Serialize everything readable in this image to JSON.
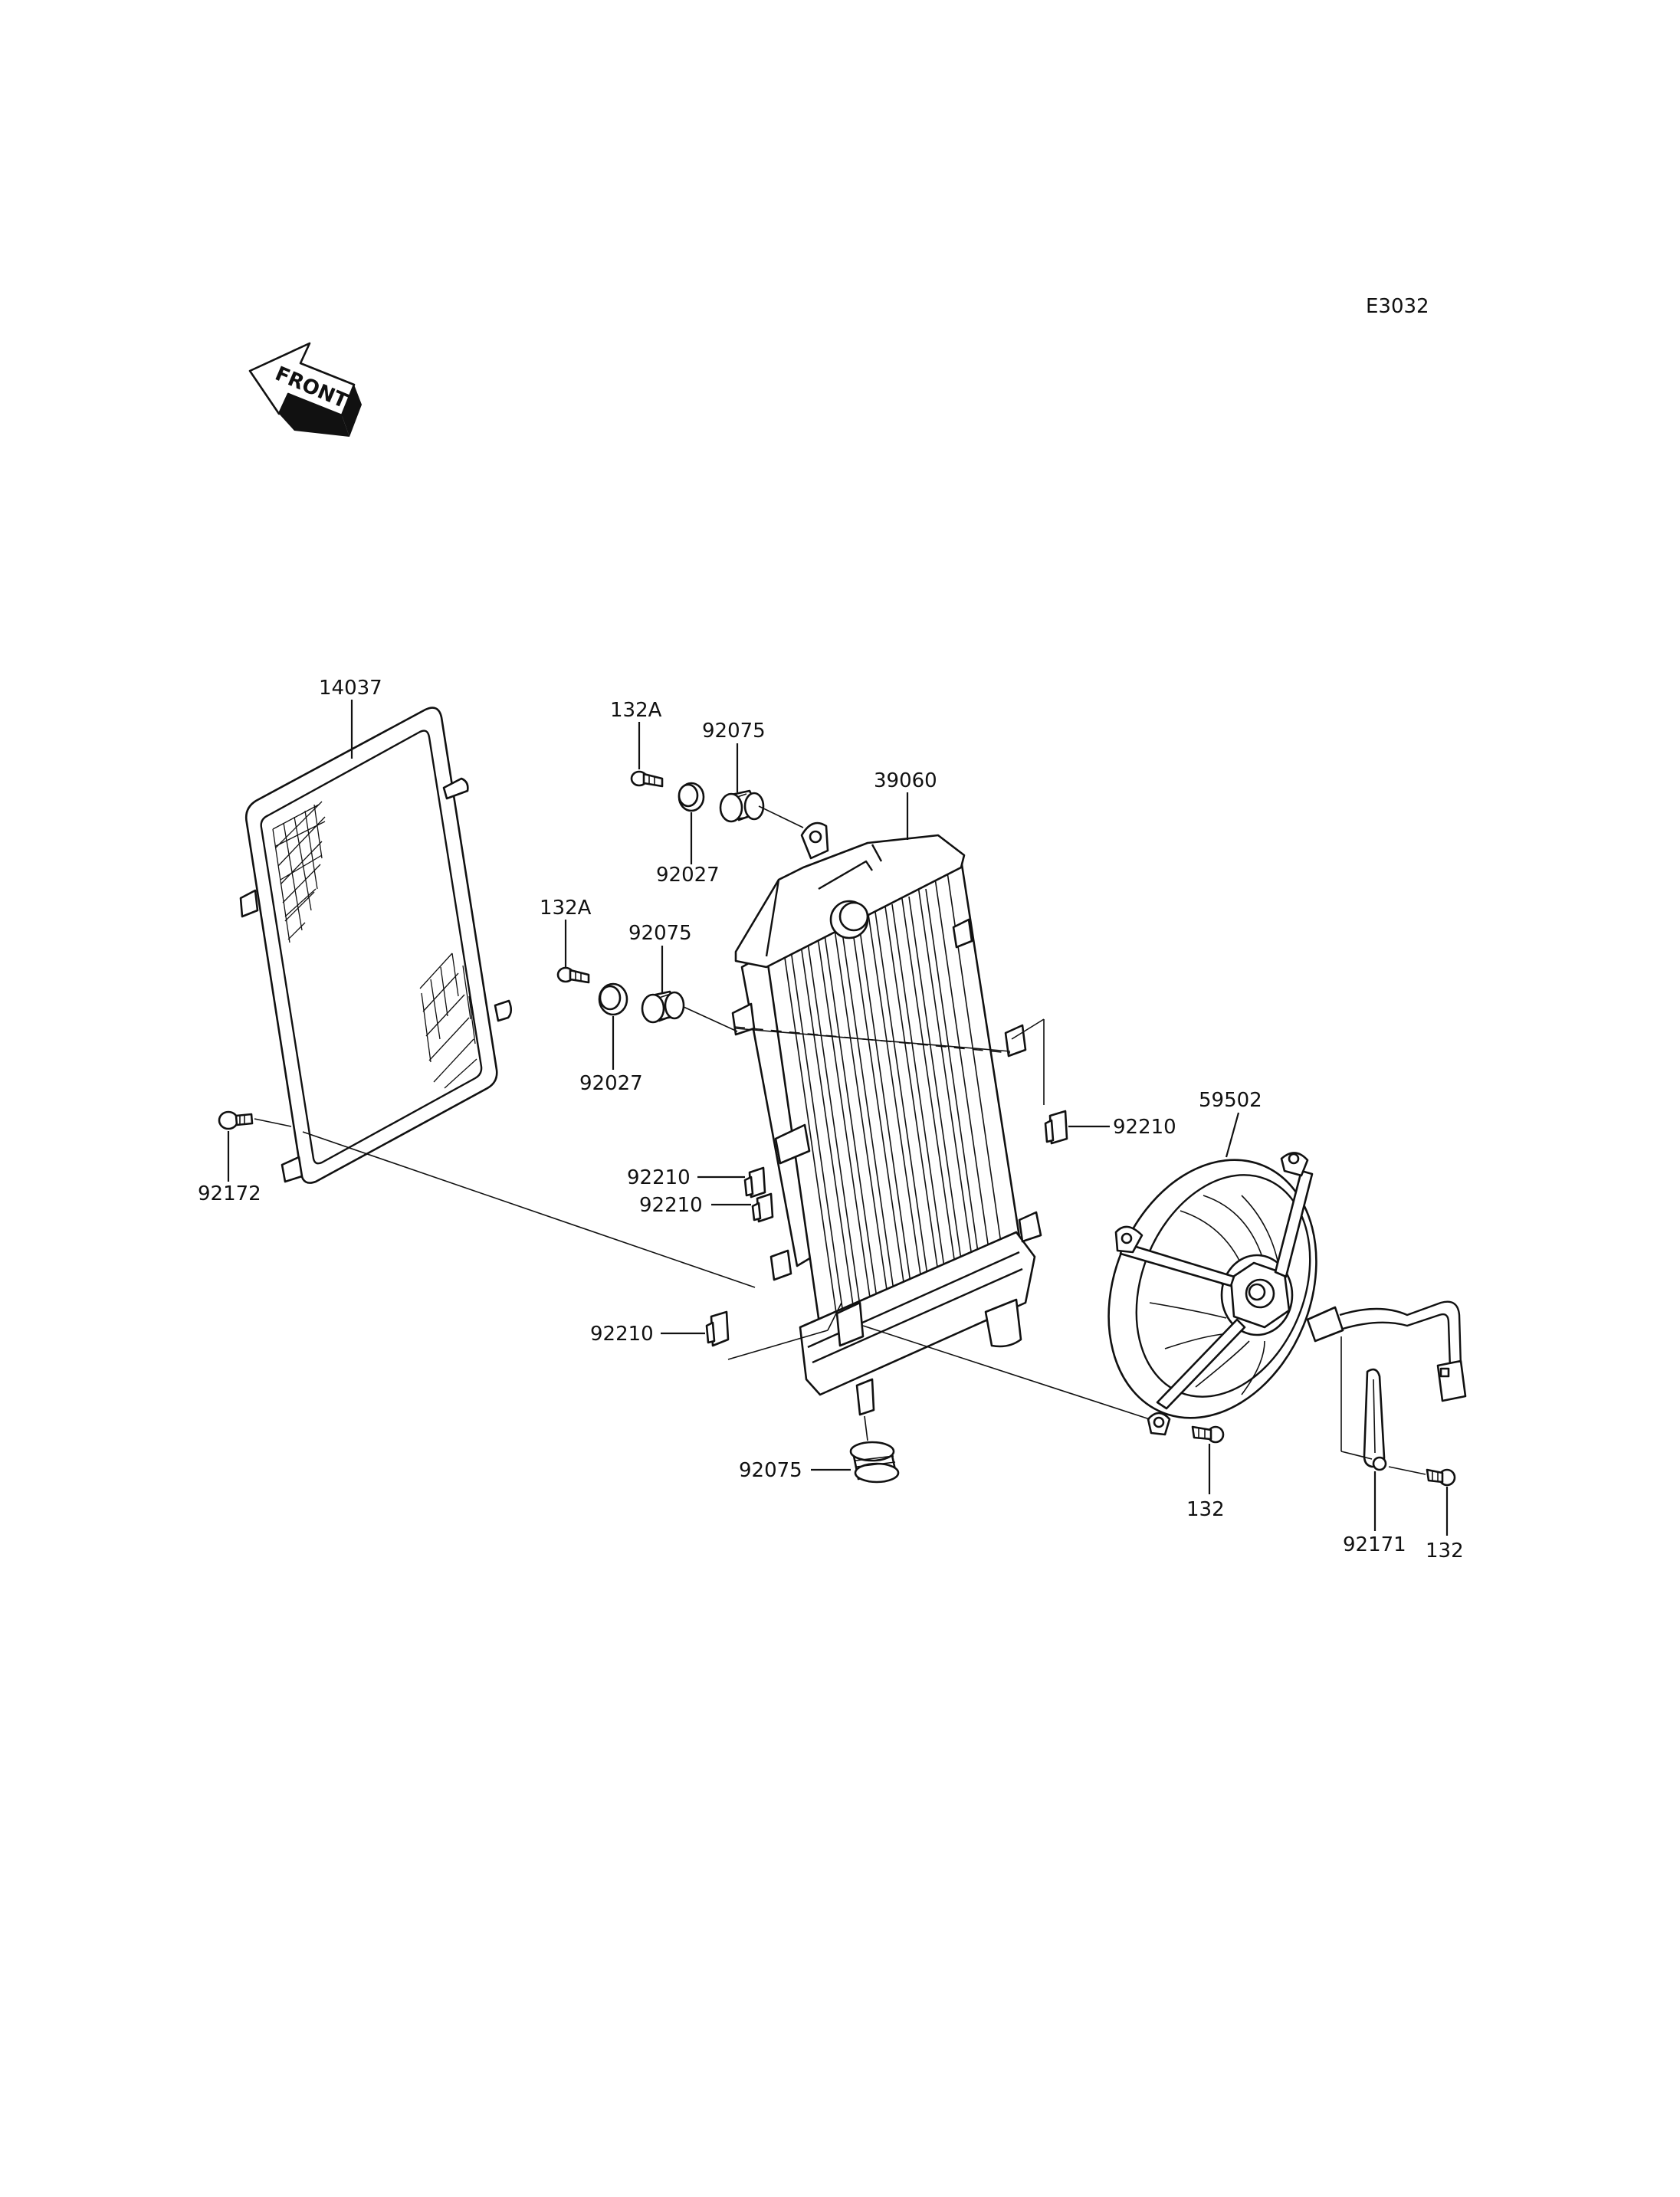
{
  "diagram_code": "E3032",
  "front_label": "FRONT",
  "parts": {
    "p14037": "14037",
    "p132A_top": "132A",
    "p92075_top": "92075",
    "p92027_top": "92027",
    "p39060": "39060",
    "p132A_mid": "132A",
    "p92075_mid": "92075",
    "p92027_mid": "92027",
    "p92210_right": "92210",
    "p92210_a": "92210",
    "p92210_b": "92210",
    "p92210_c": "92210",
    "p59502": "59502",
    "p92172": "92172",
    "p92075_bottom": "92075",
    "p132_fan": "132",
    "p92171": "92171",
    "p132_clamp": "132"
  }
}
